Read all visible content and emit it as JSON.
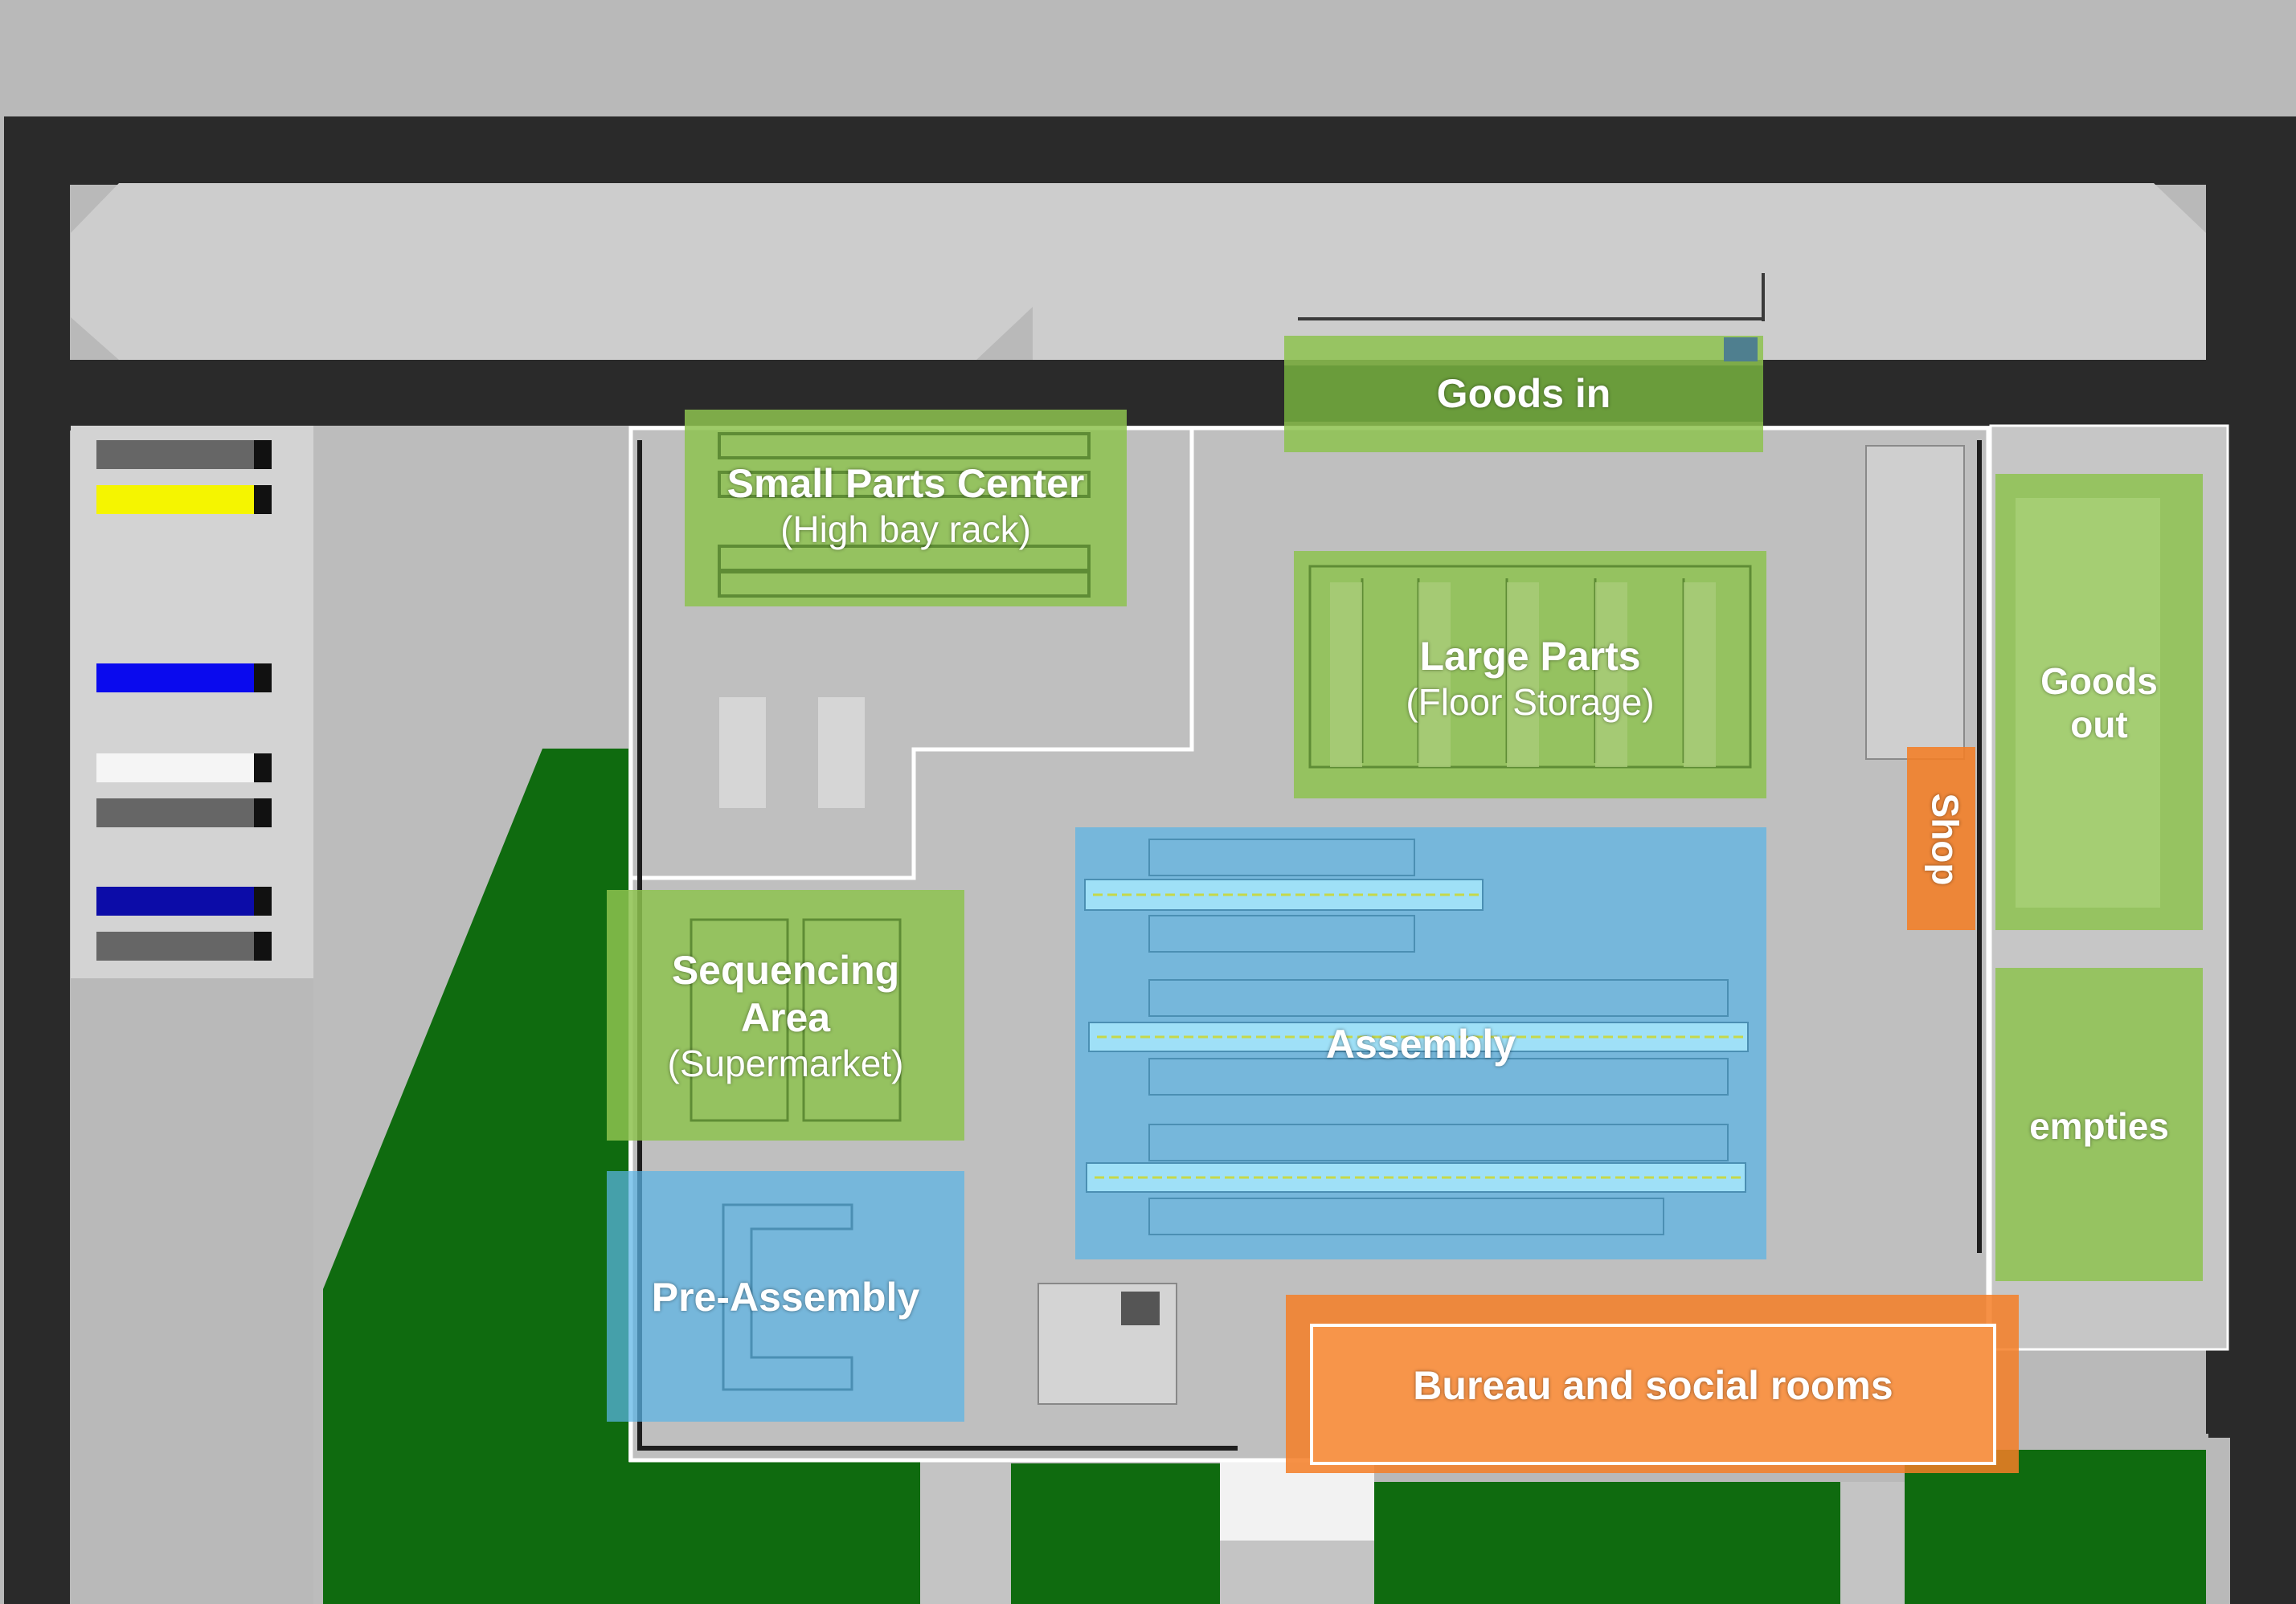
{
  "zones": {
    "goods_in": {
      "label": "Goods in"
    },
    "small_parts": {
      "title": "Small Parts Center",
      "subtitle": "(High bay rack)"
    },
    "large_parts": {
      "title": "Large Parts",
      "subtitle": "(Floor Storage)"
    },
    "goods_out": {
      "line1": "Goods",
      "line2": "out"
    },
    "shop": {
      "label": "Shop"
    },
    "sequencing": {
      "line1": "Sequencing",
      "line2": "Area",
      "subtitle": "(Supermarket)"
    },
    "assembly": {
      "label": "Assembly"
    },
    "empties": {
      "label": "empties"
    },
    "pre_assembly": {
      "label": "Pre-Assembly"
    },
    "bureau": {
      "label": "Bureau and social rooms"
    }
  },
  "colors": {
    "ground": "#b9b9b9",
    "road": "#2a2a2a",
    "grass": "#0f6b0f",
    "hall_floor": "#bdbdbd",
    "green_zone": "#8dc24f",
    "blue_zone": "#5ab4e6",
    "orange_zone": "#f47e26",
    "truck_gray": "#666666",
    "truck_yellow": "#f5f500",
    "truck_blue": "#0a0aee",
    "truck_white": "#f5f5f5",
    "truck_navy": "#0c0ca8"
  },
  "trucks": [
    "gray",
    "yellow",
    "blue",
    "white",
    "gray",
    "navy",
    "gray"
  ]
}
